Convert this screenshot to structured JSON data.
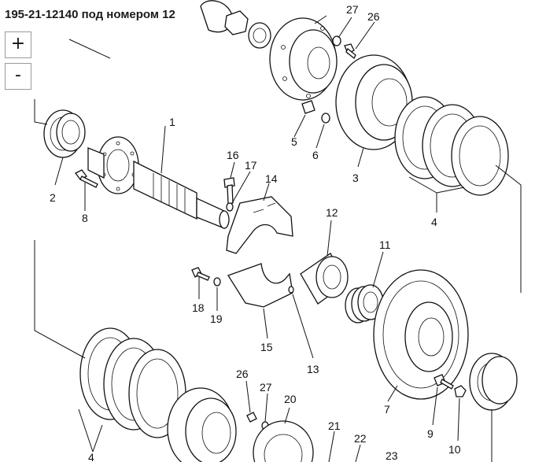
{
  "header": {
    "title": "195-21-12140 под номером 12"
  },
  "zoom": {
    "in_label": "+",
    "out_label": "-"
  },
  "callouts": [
    {
      "id": "c1",
      "text": "1"
    },
    {
      "id": "c2",
      "text": "2"
    },
    {
      "id": "c3",
      "text": "3"
    },
    {
      "id": "c4a",
      "text": "4"
    },
    {
      "id": "c4b",
      "text": "4"
    },
    {
      "id": "c5",
      "text": "5"
    },
    {
      "id": "c6",
      "text": "6"
    },
    {
      "id": "c7",
      "text": "7"
    },
    {
      "id": "c8",
      "text": "8"
    },
    {
      "id": "c9",
      "text": "9"
    },
    {
      "id": "c10",
      "text": "10"
    },
    {
      "id": "c11",
      "text": "11"
    },
    {
      "id": "c12",
      "text": "12"
    },
    {
      "id": "c13",
      "text": "13"
    },
    {
      "id": "c14",
      "text": "14"
    },
    {
      "id": "c15",
      "text": "15"
    },
    {
      "id": "c16",
      "text": "16"
    },
    {
      "id": "c17",
      "text": "17"
    },
    {
      "id": "c18",
      "text": "18"
    },
    {
      "id": "c19",
      "text": "19"
    },
    {
      "id": "c20",
      "text": "20"
    },
    {
      "id": "c21",
      "text": "21"
    },
    {
      "id": "c22",
      "text": "22"
    },
    {
      "id": "c23",
      "text": "23"
    },
    {
      "id": "c26a",
      "text": "26"
    },
    {
      "id": "c26b",
      "text": "26"
    },
    {
      "id": "c27a",
      "text": "27"
    },
    {
      "id": "c27b",
      "text": "27"
    }
  ]
}
